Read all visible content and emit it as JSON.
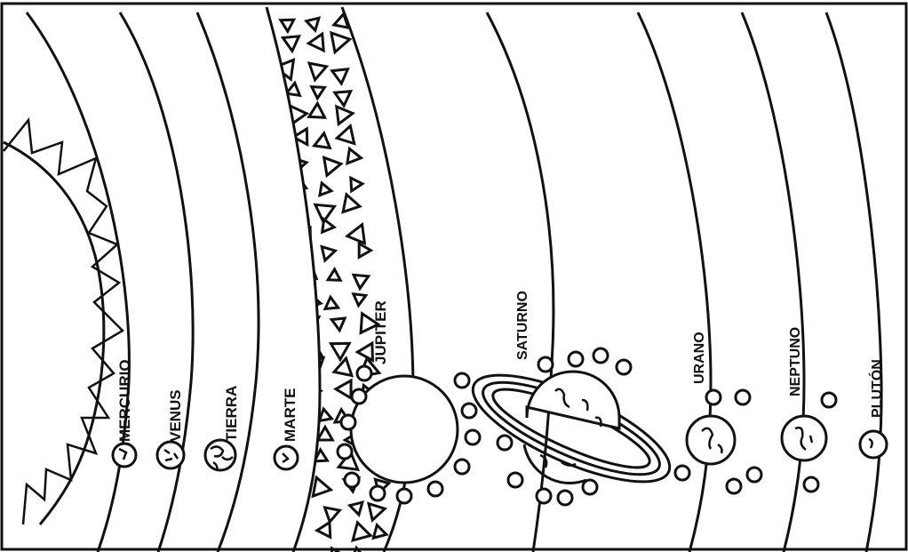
{
  "colors": {
    "ink": "#111111",
    "paper": "#ffffff"
  },
  "labels": {
    "mercury": "MERCURIO",
    "venus": "VENUS",
    "earth": "TIERRA",
    "mars": "MARTE",
    "jupiter": "JUPITER",
    "saturn": "SATURNO",
    "uranus": "URANO",
    "neptune": "NEPTUNO",
    "pluto": "PLUTÓN"
  }
}
